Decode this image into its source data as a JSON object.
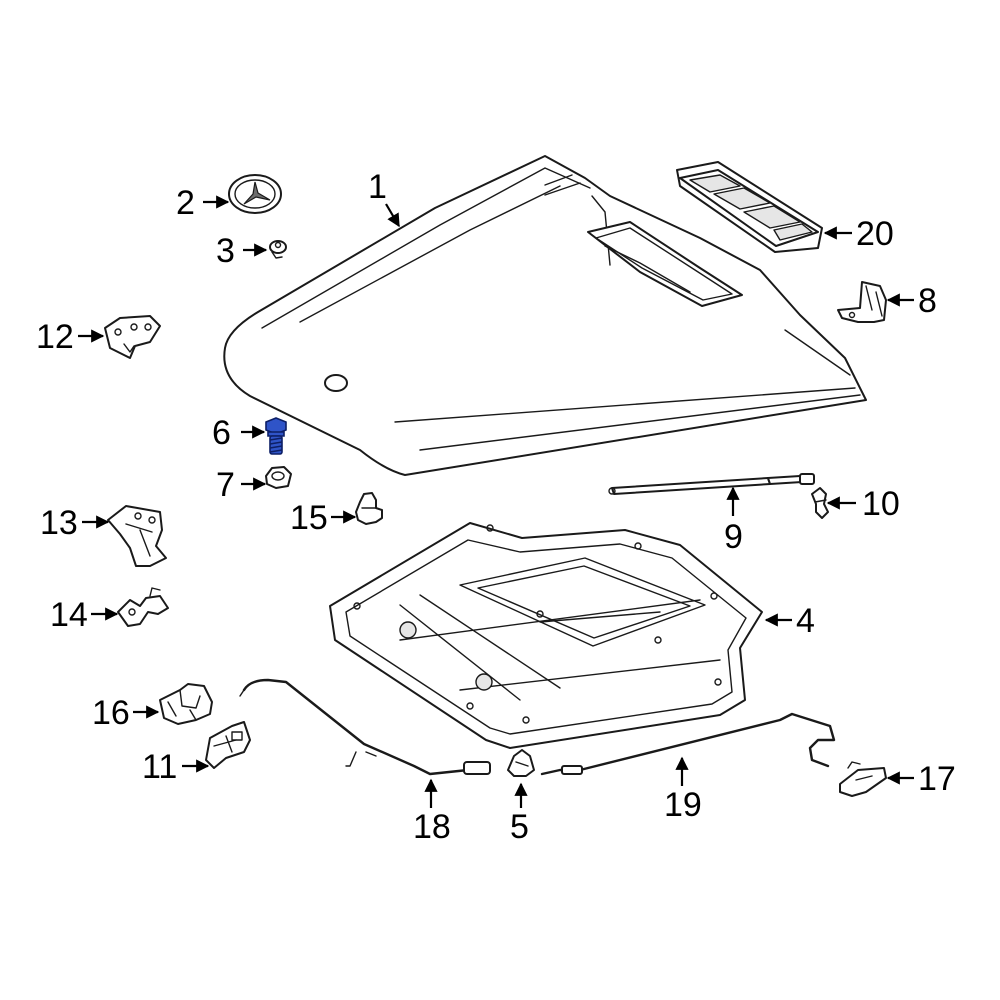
{
  "highlight_color": "#2f54c8",
  "callouts": [
    {
      "number": "1",
      "part": "hood-panel"
    },
    {
      "number": "2",
      "part": "emblem"
    },
    {
      "number": "3",
      "part": "emblem-clip"
    },
    {
      "number": "4",
      "part": "hood-insulator"
    },
    {
      "number": "5",
      "part": "insulator-retainer"
    },
    {
      "number": "6",
      "part": "bolt",
      "highlighted": true
    },
    {
      "number": "7",
      "part": "nut"
    },
    {
      "number": "8",
      "part": "hinge-bracket"
    },
    {
      "number": "9",
      "part": "lift-support"
    },
    {
      "number": "10",
      "part": "ball-stud"
    },
    {
      "number": "11",
      "part": "latch"
    },
    {
      "number": "12",
      "part": "hinge"
    },
    {
      "number": "13",
      "part": "bracket"
    },
    {
      "number": "14",
      "part": "striker"
    },
    {
      "number": "15",
      "part": "bumper"
    },
    {
      "number": "16",
      "part": "latch-assembly"
    },
    {
      "number": "17",
      "part": "release-handle"
    },
    {
      "number": "18",
      "part": "release-cable-front"
    },
    {
      "number": "19",
      "part": "release-cable-rear"
    },
    {
      "number": "20",
      "part": "air-intake-grille"
    }
  ],
  "labels": {
    "l1": "1",
    "l2": "2",
    "l3": "3",
    "l4": "4",
    "l5": "5",
    "l6": "6",
    "l7": "7",
    "l8": "8",
    "l9": "9",
    "l10": "10",
    "l11": "11",
    "l12": "12",
    "l13": "13",
    "l14": "14",
    "l15": "15",
    "l16": "16",
    "l17": "17",
    "l18": "18",
    "l19": "19",
    "l20": "20"
  }
}
